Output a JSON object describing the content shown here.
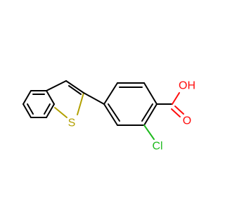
{
  "molecule": {
    "atom_labels": {
      "sulfur": "S",
      "chlorine": "Cl",
      "carbonyl_oxygen": "O",
      "hydroxyl": "OH"
    },
    "colors": {
      "bond": "#000000",
      "sulfur": "#b2a000",
      "chlorine": "#1fba1f",
      "oxygen": "#ff0d0d"
    }
  }
}
